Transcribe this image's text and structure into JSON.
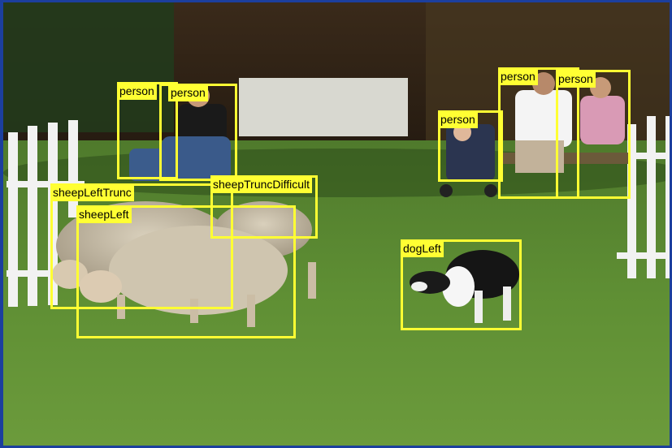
{
  "colors": {
    "frame": "#1c3f9e",
    "box_stroke": "#ffff33",
    "label_fill": "#ffff33",
    "label_text": "#000000"
  },
  "detections": [
    {
      "label": "person"
    },
    {
      "label": "person"
    },
    {
      "label": "person"
    },
    {
      "label": "person"
    },
    {
      "label": "person"
    },
    {
      "label": "sheepLeftTrunc"
    },
    {
      "label": "sheepTruncDifficult"
    },
    {
      "label": "sheepLeft"
    },
    {
      "label": "dogLeft"
    }
  ]
}
